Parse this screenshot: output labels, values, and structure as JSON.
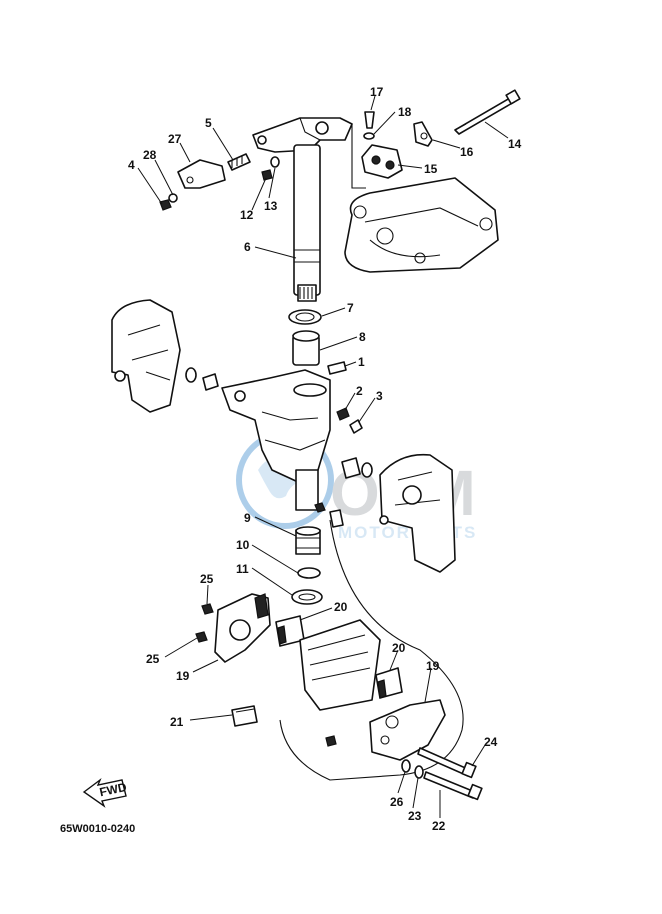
{
  "diagram": {
    "drawing_code": "65W0010-0240",
    "fwd_label": "FWD",
    "watermark": {
      "brand": "OEM",
      "tagline": "MOTORPARTS",
      "colors": {
        "blue": "#6aa6d8",
        "light_blue": "#b9d7ee",
        "grey": "#b9bcc0"
      }
    },
    "callouts": [
      {
        "id": "17",
        "label": "17"
      },
      {
        "id": "18",
        "label": "18"
      },
      {
        "id": "5",
        "label": "5"
      },
      {
        "id": "27",
        "label": "27"
      },
      {
        "id": "28",
        "label": "28"
      },
      {
        "id": "4",
        "label": "4"
      },
      {
        "id": "14",
        "label": "14"
      },
      {
        "id": "16",
        "label": "16"
      },
      {
        "id": "15",
        "label": "15"
      },
      {
        "id": "13",
        "label": "13"
      },
      {
        "id": "12",
        "label": "12"
      },
      {
        "id": "6",
        "label": "6"
      },
      {
        "id": "7",
        "label": "7"
      },
      {
        "id": "8",
        "label": "8"
      },
      {
        "id": "1",
        "label": "1"
      },
      {
        "id": "2",
        "label": "2"
      },
      {
        "id": "3",
        "label": "3"
      },
      {
        "id": "9",
        "label": "9"
      },
      {
        "id": "10",
        "label": "10"
      },
      {
        "id": "11",
        "label": "11"
      },
      {
        "id": "25a",
        "label": "25"
      },
      {
        "id": "25b",
        "label": "25"
      },
      {
        "id": "20a",
        "label": "20"
      },
      {
        "id": "20b",
        "label": "20"
      },
      {
        "id": "19a",
        "label": "19"
      },
      {
        "id": "19b",
        "label": "19"
      },
      {
        "id": "21",
        "label": "21"
      },
      {
        "id": "24",
        "label": "24"
      },
      {
        "id": "26",
        "label": "26"
      },
      {
        "id": "23",
        "label": "23"
      },
      {
        "id": "22",
        "label": "22"
      }
    ]
  }
}
